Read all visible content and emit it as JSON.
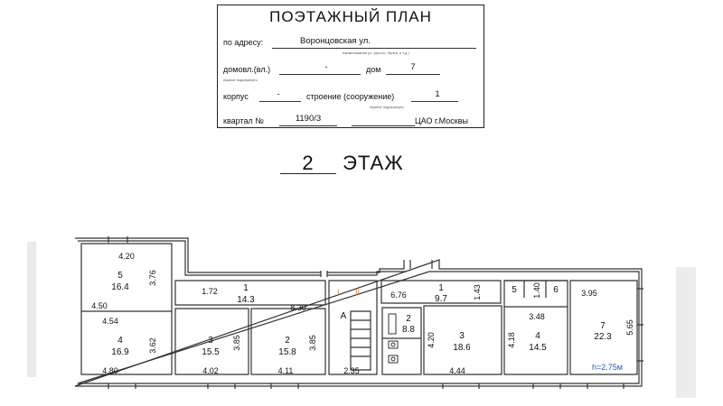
{
  "stamp": {
    "title": "ПОЭТАЖНЫЙ ПЛАН",
    "address_label": "по адресу:",
    "address_value": "Воронцовская  ул.",
    "address_hint": "наименование ул. (просп., бульв. и т.д.)",
    "domovl_label": "домовл.(вл.)",
    "domovl_value": "-",
    "domovl_hint": "нужное подчеркнуть",
    "dom_label": "дом",
    "dom_value": "7",
    "korpus_label": "корпус",
    "korpus_value": "-",
    "stroenie_label": "строение (сооружение)",
    "stroenie_value": "1",
    "stroenie_hint": "нужное подчеркнуть",
    "kvartal_label": "квартал №",
    "kvartal_value": "1190/3",
    "district": "ЦАО г.Москвы"
  },
  "floor": {
    "number": "2",
    "label": "ЭТАЖ"
  },
  "plan": {
    "height_note": "h=2.75м",
    "rooms": [
      {
        "num": "5",
        "area": "16.4"
      },
      {
        "num": "4",
        "area": "16.9"
      },
      {
        "num": "1",
        "area": "14.3"
      },
      {
        "num": "3",
        "area": "15.5"
      },
      {
        "num": "2",
        "area": "15.8"
      },
      {
        "num": "A",
        "area": ""
      },
      {
        "num": "1",
        "area": "9.7"
      },
      {
        "num": "2",
        "area": "8.8"
      },
      {
        "num": "3",
        "area": "18.6"
      },
      {
        "num": "5",
        "area": ""
      },
      {
        "num": "6",
        "area": ""
      },
      {
        "num": "4",
        "area": "14.5"
      },
      {
        "num": "7",
        "area": "22.3"
      }
    ],
    "dims": [
      "4.20",
      "3.76",
      "4.50",
      "4.54",
      "3.62",
      "4.80",
      "1.72",
      "8.30",
      "4.02",
      "3.85",
      "4.11",
      "3.85",
      "2.35",
      "6.76",
      "1.43",
      "4.20",
      "4.44",
      "1.40",
      "3.48",
      "4.18",
      "3.95",
      "5.65"
    ],
    "stair_marks": [
      "I",
      "II"
    ]
  }
}
